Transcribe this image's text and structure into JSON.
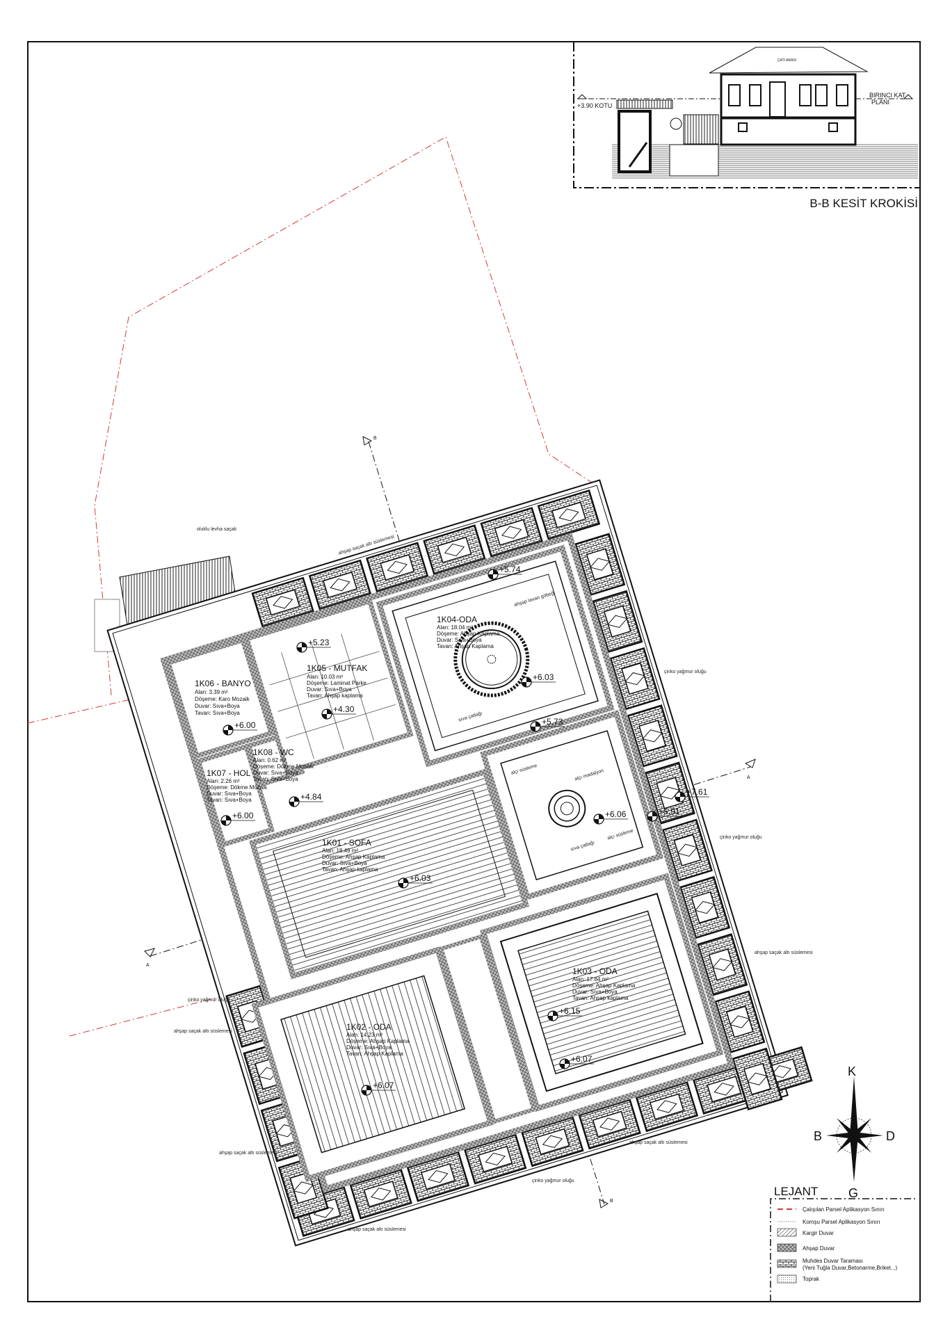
{
  "section": {
    "title": "B-B KESİT KROKİSİ",
    "level_label": "+3.90 KOTU",
    "floor_label_1": "BIRINCI KAT",
    "floor_label_2": "PLANI",
    "attic_label": "ÇATI ARASI"
  },
  "rooms": {
    "banyo": {
      "name": "1K06 - BANYO",
      "area": "Alan: 3.39  m²",
      "floor": "Döşeme: Karo Mozaik",
      "wall": "Duvar: Sıva+Boya",
      "ceiling": "Tavan: Sıva+Boya"
    },
    "mutfak": {
      "name": "1K05 - MUTFAK",
      "area": "Alan: 10.03  m²",
      "floor": "Döşeme: Laminat Parke",
      "wall": "Duvar: Sıva+Boya",
      "ceiling": "Tavan: Ahşap kaplama"
    },
    "hol": {
      "name": "1K07 - HOL",
      "area": "Alan: 2.26  m²",
      "floor": "Döşeme: Dökme Mozaik",
      "wall": "Duvar: Sıva+Boya",
      "ceiling": "Tavan: Sıva+Boya"
    },
    "wc": {
      "name": "1K08 - WC",
      "area": "Alan: 0.62  m²",
      "floor": "Döşeme: Dökme Mozaik",
      "wall": "Duvar: Sıva+Boya",
      "ceiling": "Tavan: Sıva+Boya"
    },
    "oda4": {
      "name": "1K04-ODA",
      "area": "Alan: 18.04  m²",
      "floor": "Döşeme: Ahşap Kaplama",
      "wall": "Duvar: Sıva+Boya",
      "ceiling": "Tavan: Ahşap Kaplama"
    },
    "sofa": {
      "name": "1K01 - SOFA",
      "area": "Alan: 18.49  m²",
      "floor": "Döşeme: Ahşap Kaplama",
      "wall": "Duvar: Sıva+Boya",
      "ceiling": "Tavan: Ahşap kaplama"
    },
    "oda2": {
      "name": "1K02 - ODA",
      "area": "Alan: 14.23  m²",
      "floor": "Döşeme: Ahşap Kaplama",
      "wall": "Duvar: Sıva+Boya",
      "ceiling": "Tavan: Ahşap Kaplama"
    },
    "oda3": {
      "name": "1K03 - ODA",
      "area": "Alan: 17.84  m²",
      "floor": "Döşeme: Ahşap Kaplama",
      "wall": "Duvar: Sıva+Boya",
      "ceiling": "Tavan: Ahşap kaplama"
    }
  },
  "elevations": [
    "+5.23",
    "+5.74",
    "+6.03",
    "+5.73",
    "+4.30",
    "+6.00",
    "+6.00",
    "+4.84",
    "+6.03",
    "+6.06",
    "+5.91",
    "+7.61",
    "+6.15",
    "+6.07",
    "+6.07"
  ],
  "annotations": {
    "oluklu": "oluklu levha saçak",
    "sacak_top": "ahşap saçak altı süslemesi",
    "tavan_gobegi": "ahşap tavan göbeği",
    "siva_catlagi": "sıva çatlağı",
    "alci_susleme_1": "alçı süsleme",
    "alci_susleme_2": "alçı süsleme",
    "alci_madalyon": "alçı madalyon",
    "siva_catlagi_2": "sıva çatlağı",
    "cinko_1": "çinko yağmur oluğu",
    "cinko_2": "çinko yağmur oluğu",
    "cinko_3": "çinko yağmur oluğu",
    "sacak_right": "ahşap saçak altı süslemesi",
    "sacak_left": "ahşap saçak altı süslemesi",
    "sacak_bottom_left": "ahşap saçak altı süslemesi",
    "sacak_bottom_right": "ahşap saçak altı süslemesi",
    "cinko_bottom": "çinko yağmur oluğu"
  },
  "section_markers": {
    "a": "A",
    "b": "B"
  },
  "compass": {
    "north": "K",
    "south": "G",
    "west": "B",
    "east": "D"
  },
  "legend": {
    "title": "LEJANT",
    "items": [
      {
        "label": "Çalışılan Parsel Aplikasyon Sınırı"
      },
      {
        "label": "Komşu Parsel Aplikasyon Sınırı"
      },
      {
        "label": "Kargir Duvar"
      },
      {
        "label": "Ahşap Duvar"
      },
      {
        "label": "Muhdes Duvar Taraması",
        "label2": "(Yeni Tuğla Duvar,Betonarme,Briket...)"
      },
      {
        "label": "Toprak"
      }
    ]
  },
  "colors": {
    "parcel": "#d23a3a",
    "neighbor": "#999999",
    "ink": "#111111"
  }
}
